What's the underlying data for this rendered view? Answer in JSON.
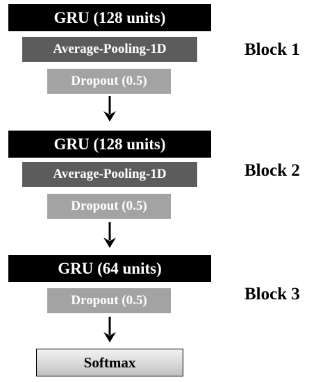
{
  "blocks": [
    {
      "label": "Block 1",
      "gru": "GRU (128 units)",
      "pooling": "Average-Pooling-1D",
      "dropout": "Dropout (0.5)"
    },
    {
      "label": "Block 2",
      "gru": "GRU (128 units)",
      "pooling": "Average-Pooling-1D",
      "dropout": "Dropout (0.5)"
    },
    {
      "label": "Block 3",
      "gru": "GRU (64 units)",
      "dropout": "Dropout (0.5)"
    }
  ],
  "output": {
    "label": "Softmax"
  },
  "colors": {
    "gru": "#000000",
    "pooling": "#5c5c5c",
    "dropout": "#a3a3a3",
    "softmax_top": "#f2f2f2",
    "softmax_bottom": "#bfbfbf",
    "arrow": "#000000"
  }
}
